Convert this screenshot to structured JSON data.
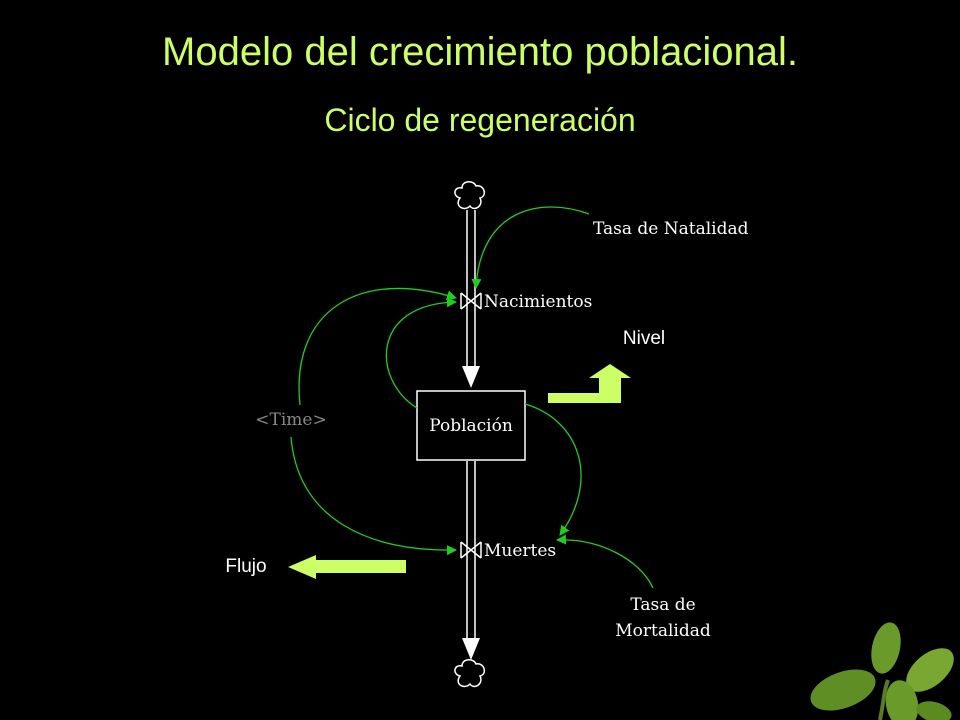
{
  "title": "Modelo del crecimiento poblacional.",
  "subtitle": "Ciclo de regeneración",
  "diagram": {
    "stock": "Población",
    "inflow": "Nacimientos",
    "outflow": "Muertes",
    "birth_rate": "Tasa de Natalidad",
    "death_rate_line1": "Tasa de",
    "death_rate_line2": "Mortalidad",
    "shadow_variable": "<Time>"
  },
  "callouts": {
    "stock_label": "Nivel",
    "flow_label": "Flujo"
  },
  "colors": {
    "title": "#ccff66",
    "connector": "#22cc22",
    "callout_arrow": "#ccff66",
    "shadow_variable": "#888888",
    "plant_leaf": "#6a9a2a"
  }
}
